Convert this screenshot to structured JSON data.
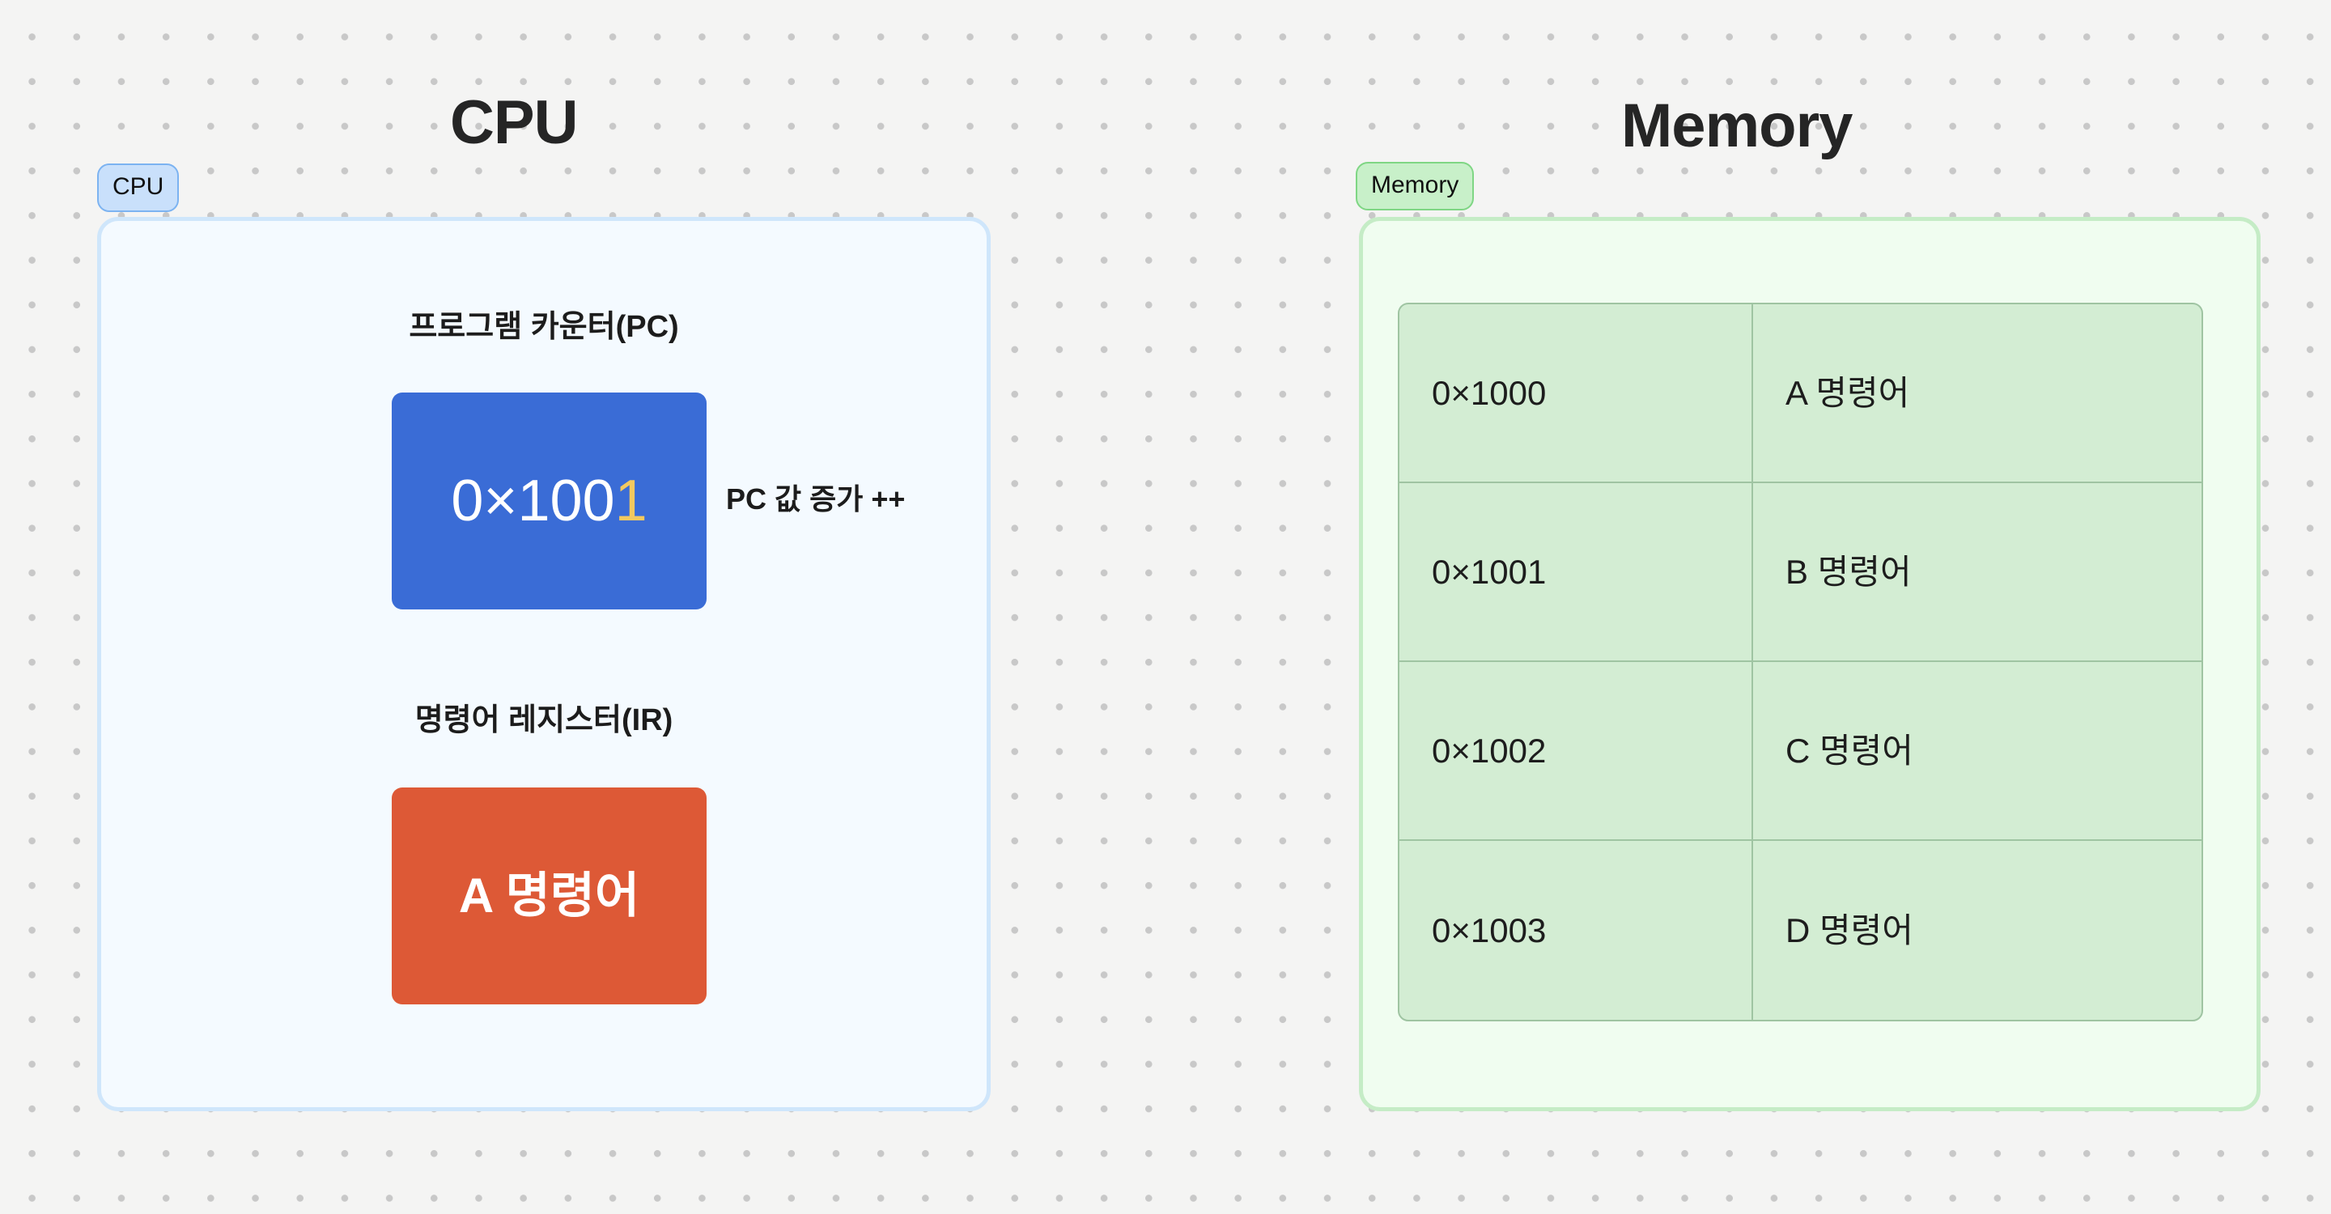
{
  "background": {
    "color": "#f4f4f3",
    "dot_color": "#c8c8c8"
  },
  "cpu": {
    "title": "CPU",
    "badge": "CPU",
    "accent_border": "#cfe6fb",
    "fill": "#f4faff",
    "badge_fill": "#c9e0fb",
    "registers": {
      "pc": {
        "label": "프로그램 카운터(PC)",
        "value_prefix": "0×100",
        "value_highlight": "1",
        "full_value": "0×1001",
        "box_color": "#3a6cd6",
        "highlight_color": "#f3c95f",
        "note": "PC 값 증가 ++"
      },
      "ir": {
        "label": "명령어 레지스터(IR)",
        "value": "A 명령어",
        "box_color": "#dd5936"
      }
    }
  },
  "memory": {
    "title": "Memory",
    "badge": "Memory",
    "accent_border": "#c5ecc6",
    "fill": "#f0fdf0",
    "badge_fill": "#c8f0c9",
    "table_fill": "#d3edd3",
    "table_border": "#9fc4a2",
    "rows": [
      {
        "address": "0×1000",
        "value": "A 명령어"
      },
      {
        "address": "0×1001",
        "value": "B 명령어"
      },
      {
        "address": "0×1002",
        "value": "C 명령어"
      },
      {
        "address": "0×1003",
        "value": "D 명령어"
      }
    ]
  }
}
